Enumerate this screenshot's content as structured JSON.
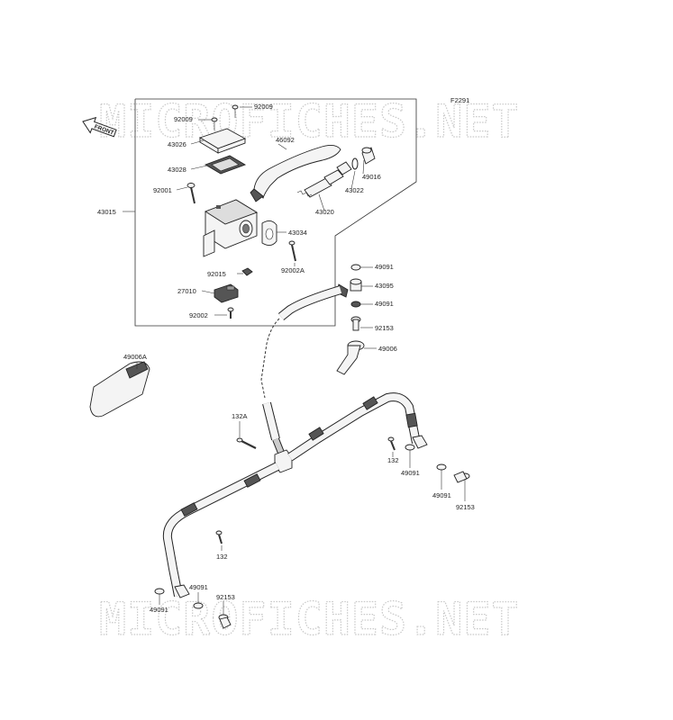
{
  "diagram_code": "F2291",
  "watermark": "MICROFICHES.NET",
  "front_label": "FRONT",
  "labels": [
    {
      "id": "92009-a",
      "text": "92009"
    },
    {
      "id": "92009-b",
      "text": "92009"
    },
    {
      "id": "43026",
      "text": "43026"
    },
    {
      "id": "46092",
      "text": "46092"
    },
    {
      "id": "43028",
      "text": "43028"
    },
    {
      "id": "49016",
      "text": "49016"
    },
    {
      "id": "43022",
      "text": "43022"
    },
    {
      "id": "92001",
      "text": "92001"
    },
    {
      "id": "43020",
      "text": "43020"
    },
    {
      "id": "43015",
      "text": "43015"
    },
    {
      "id": "43034",
      "text": "43034"
    },
    {
      "id": "92015",
      "text": "92015"
    },
    {
      "id": "92002A",
      "text": "92002A"
    },
    {
      "id": "27010",
      "text": "27010"
    },
    {
      "id": "92002",
      "text": "92002"
    },
    {
      "id": "49091-a",
      "text": "49091"
    },
    {
      "id": "43095",
      "text": "43095"
    },
    {
      "id": "49091-b",
      "text": "49091"
    },
    {
      "id": "92153-a",
      "text": "92153"
    },
    {
      "id": "49006",
      "text": "49006"
    },
    {
      "id": "49006A",
      "text": "49006A"
    },
    {
      "id": "132A",
      "text": "132A"
    },
    {
      "id": "132-a",
      "text": "132"
    },
    {
      "id": "49091-c",
      "text": "49091"
    },
    {
      "id": "49091-d",
      "text": "49091"
    },
    {
      "id": "92153-b",
      "text": "92153"
    },
    {
      "id": "132-b",
      "text": "132"
    },
    {
      "id": "49091-e",
      "text": "49091"
    },
    {
      "id": "49091-f",
      "text": "49091"
    },
    {
      "id": "92153-c",
      "text": "92153"
    }
  ]
}
